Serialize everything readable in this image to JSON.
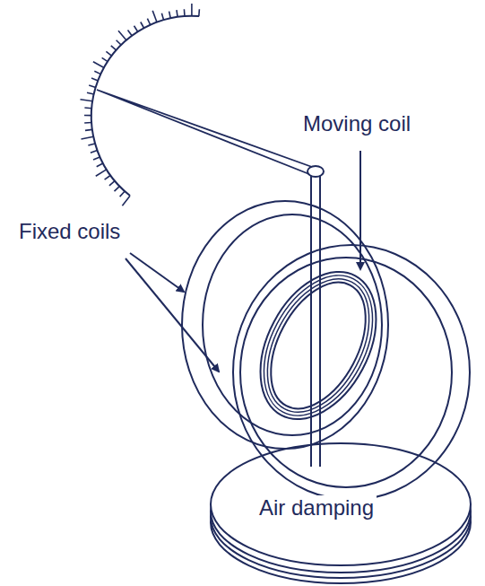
{
  "diagram": {
    "labels": [
      "Moving coil",
      "Fixed coils",
      "Air damping"
    ]
  }
}
